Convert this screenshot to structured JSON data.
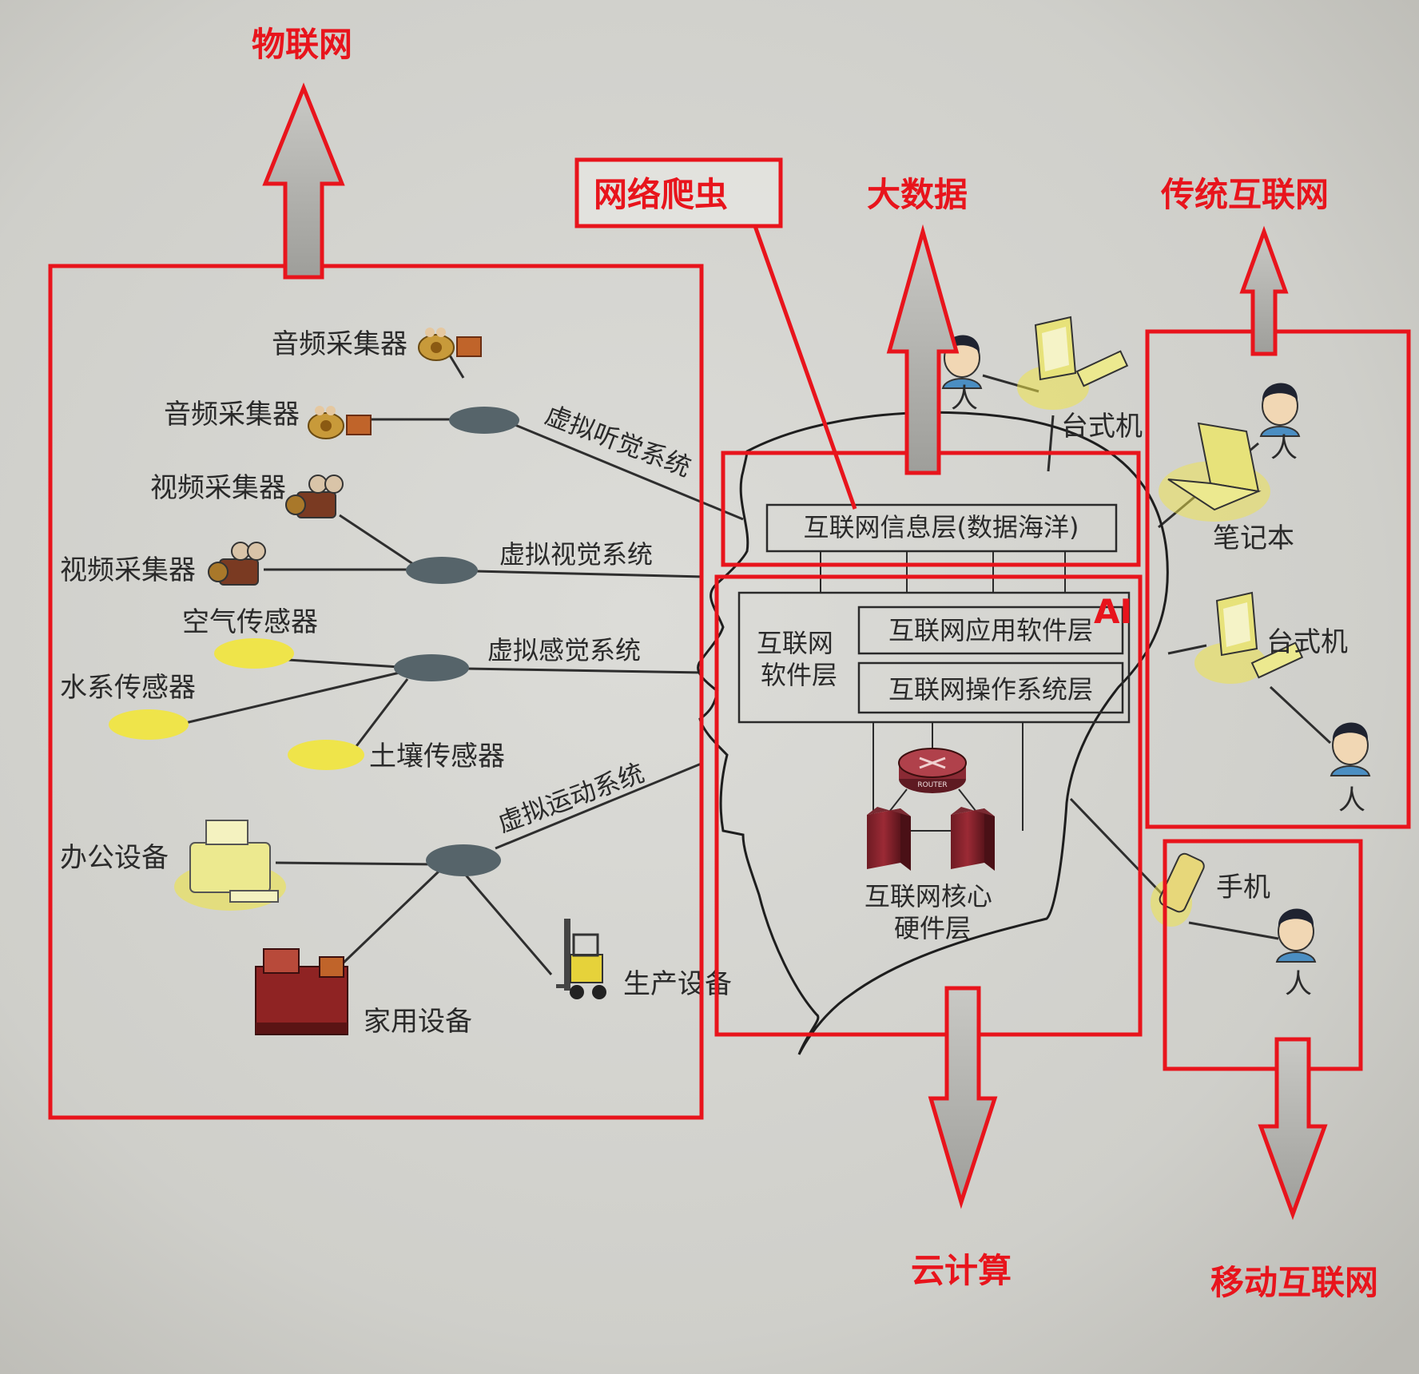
{
  "annotations": {
    "iot": "物联网",
    "crawler": "网络爬虫",
    "big_data": "大数据",
    "traditional_internet": "传统互联网",
    "ai": "AI",
    "cloud": "云计算",
    "mobile_internet": "移动互联网"
  },
  "iot_devices": {
    "audio_collector_1": "音频采集器",
    "audio_collector_2": "音频采集器",
    "video_collector_1": "视频采集器",
    "video_collector_2": "视频采集器",
    "air_sensor": "空气传感器",
    "water_sensor": "水系传感器",
    "soil_sensor": "土壤传感器",
    "office_equipment": "办公设备",
    "home_equipment": "家用设备",
    "production_equipment": "生产设备"
  },
  "virtual_systems": {
    "hearing": "虚拟听觉系统",
    "vision": "虚拟视觉系统",
    "sensation": "虚拟感觉系统",
    "motion": "虚拟运动系统"
  },
  "brain": {
    "info_layer": "互联网信息层(数据海洋)",
    "software_layer": "互联网\n软件层",
    "app_layer": "互联网应用软件层",
    "os_layer": "互联网操作系统层",
    "hardware_layer": "互联网核心\n硬件层",
    "router_text": "ROUTER"
  },
  "users": {
    "person_top": "人",
    "desktop_top": "台式机",
    "person_laptop": "人",
    "laptop": "笔记本",
    "desktop_right": "台式机",
    "person_desktop": "人",
    "phone": "手机",
    "person_phone": "人"
  },
  "colors": {
    "annotation_red": "#e8141c",
    "ink": "#2a2a2a",
    "node_gray": "#56646a",
    "sensor_yellow": "#efe44a",
    "paper": "#d4d5d0"
  }
}
